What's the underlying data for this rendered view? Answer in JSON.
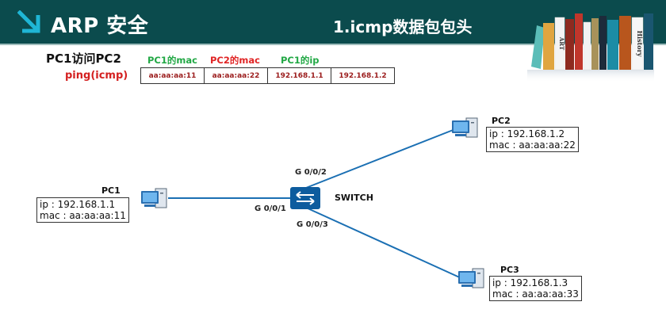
{
  "header": {
    "title": "ARP 安全",
    "subtitle": "1.icmp数据包包头",
    "icon": "arrow-down-right-icon",
    "decoration": "books-illustration",
    "book_labels": [
      "ART",
      "History"
    ],
    "colors": {
      "background": "#0b4b4d",
      "arrow": "#1fb6d5"
    }
  },
  "packet": {
    "title": "PC1访问PC2",
    "row_label": "ping(icmp)",
    "column_labels": [
      {
        "text": "PC1的mac",
        "color": "#22a845"
      },
      {
        "text": "PC2的mac",
        "color": "#e02424"
      },
      {
        "text": "PC1的ip",
        "color": "#22a845"
      }
    ],
    "fields": [
      "aa:aa:aa:11",
      "aa:aa:aa:22",
      "192.168.1.1",
      "192.168.1.2"
    ]
  },
  "topology": {
    "switch": {
      "label": "SWITCH",
      "icon": "switch-icon",
      "color": "#0d5c9e"
    },
    "link_color": "#1a6fb3",
    "ports": [
      "G 0/0/1",
      "G 0/0/2",
      "G 0/0/3"
    ],
    "hosts": [
      {
        "name": "PC1",
        "ip_line": "ip : 192.168.1.1",
        "mac_line": "mac : aa:aa:aa:11"
      },
      {
        "name": "PC2",
        "ip_line": "ip : 192.168.1.2",
        "mac_line": "mac : aa:aa:aa:22"
      },
      {
        "name": "PC3",
        "ip_line": "ip : 192.168.1.3",
        "mac_line": "mac : aa:aa:aa:33"
      }
    ]
  }
}
